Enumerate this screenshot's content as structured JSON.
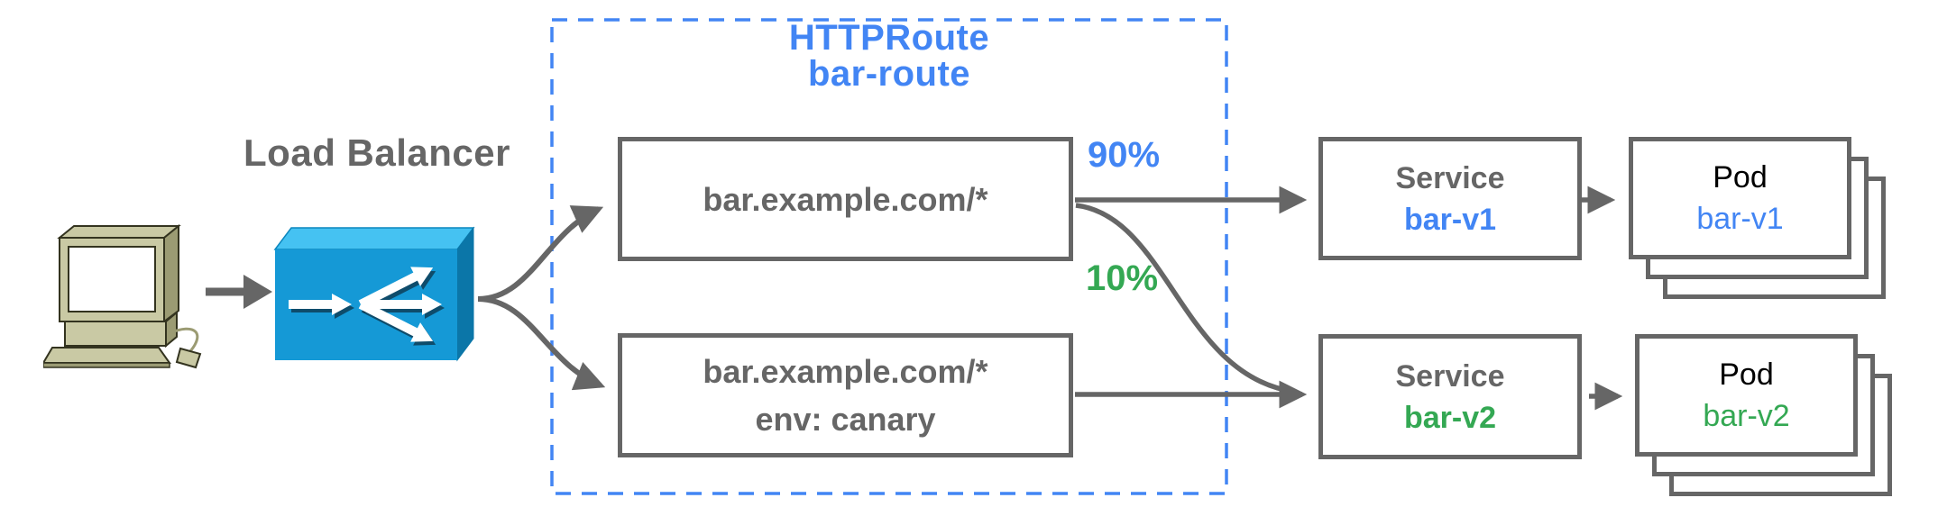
{
  "colors": {
    "gray": "#666666",
    "blue": "#4285F4",
    "green": "#34A853",
    "lb_front": "#1599D6",
    "lb_top": "#45C2F2",
    "lb_side": "#0B76A8",
    "computer_body": "#C9C9A4",
    "computer_shade": "#9B9B73"
  },
  "client": {
    "icon": "desktop-computer"
  },
  "load_balancer": {
    "label": "Load Balancer"
  },
  "httproute": {
    "title_line1": "HTTPRoute",
    "title_line2": "bar-route",
    "rules": [
      {
        "host": "bar.example.com/*",
        "header": ""
      },
      {
        "host": "bar.example.com/*",
        "header": "env: canary"
      }
    ]
  },
  "weights": {
    "to_v1": "90%",
    "to_v2": "10%"
  },
  "services": [
    {
      "kind": "Service",
      "name": "bar-v1"
    },
    {
      "kind": "Service",
      "name": "bar-v2"
    }
  ],
  "pods": [
    {
      "kind": "Pod",
      "name": "bar-v1"
    },
    {
      "kind": "Pod",
      "name": "bar-v2"
    }
  ]
}
